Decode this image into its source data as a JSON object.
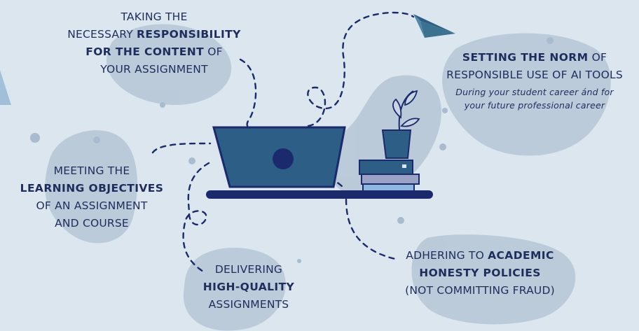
{
  "top_left": {
    "line1": "TAKING THE",
    "line2_pre": "NECESSARY ",
    "line2_bold": "RESPONSIBILITY",
    "line3_bold": "FOR THE CONTENT",
    "line3_post": " OF",
    "line4": "YOUR ASSIGNMENT"
  },
  "top_right": {
    "line1_bold": "SETTING THE NORM",
    "line1_post": " OF",
    "line2": "RESPONSIBLE USE OF AI TOOLS",
    "sub1": "During your student career ánd for",
    "sub2": "your future professional career"
  },
  "left": {
    "line1": "MEETING THE",
    "line2_bold": "LEARNING OBJECTIVES",
    "line3": "OF AN ASSIGNMENT",
    "line4": "AND COURSE"
  },
  "bottom_center": {
    "line1": "DELIVERING",
    "line2_bold": "HIGH-QUALITY",
    "line3": "ASSIGNMENTS"
  },
  "bottom_right": {
    "line1_pre": "ADHERING TO ",
    "line1_bold": "ACADEMIC",
    "line2_bold": "HONESTY POLICIES",
    "line3": "(NOT COMMITTING FRAUD)"
  },
  "colors": {
    "background": "#dce6ee",
    "text": "#1f2d5c",
    "navy": "#1a2a6c",
    "laptop": "#2d5e86",
    "blob": "#aebfd2",
    "plane": "#3b728f"
  },
  "icons": [
    "paper-plane-icon",
    "laptop-icon",
    "plant-icon",
    "books-icon"
  ]
}
